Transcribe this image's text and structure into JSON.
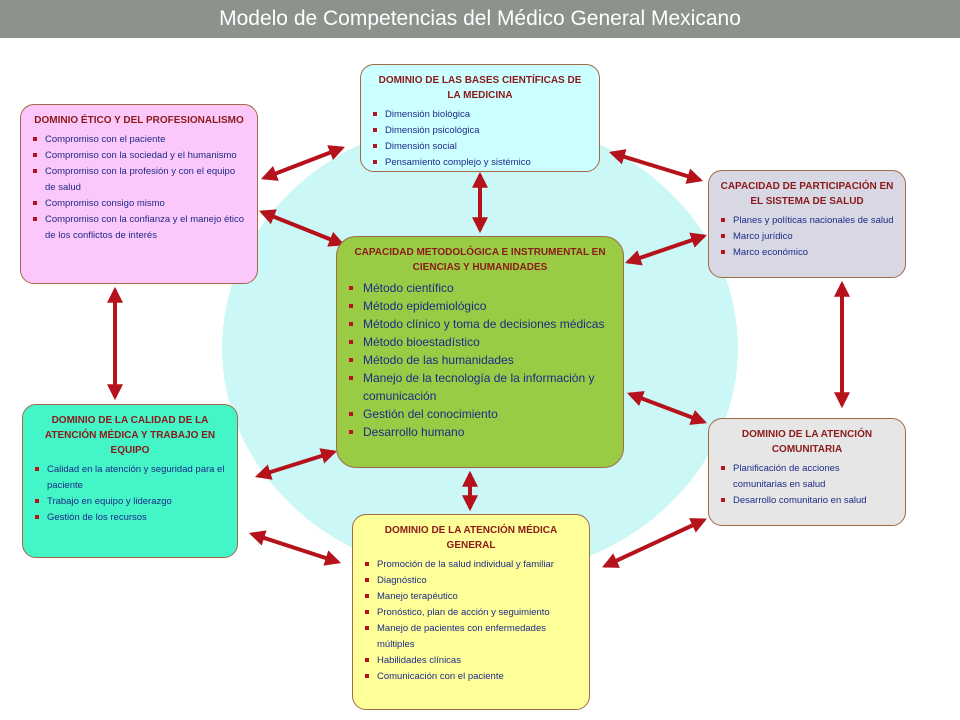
{
  "title": "Modelo de Competencias del Médico General Mexicano",
  "colors": {
    "title_bg": "#8c938d",
    "arrow": "#b5121b",
    "heading_text": "#8b1a1a",
    "item_text": "#1e2a86",
    "background_circle": "#cbf7f7"
  },
  "boxes": {
    "etico": {
      "title": "DOMINIO ÉTICO Y DEL PROFESIONALISMO",
      "color": "#fcc8fc",
      "items": [
        "Compromiso con el paciente",
        "Compromiso con la sociedad y el humanismo",
        "Compromiso con la profesión y con el equipo de salud",
        "Compromiso consigo mismo",
        "Compromiso con la confianza y el manejo ético de los conflictos de interés"
      ]
    },
    "bases": {
      "title": "DOMINIO DE LAS BASES CIENTÍFICAS DE LA MEDICINA",
      "color": "#ccffff",
      "items": [
        "Dimensión biológica",
        "Dimensión psicológica",
        "Dimensión social",
        "Pensamiento complejo y sistémico"
      ]
    },
    "participacion": {
      "title": "CAPACIDAD DE PARTICIPACIÓN EN EL SISTEMA DE SALUD",
      "color": "#d8d8e4",
      "items": [
        "Planes y políticas nacionales de salud",
        "Marco jurídico",
        "Marco económico"
      ]
    },
    "metodologica": {
      "title": "CAPACIDAD METODOLÓGICA E INSTRUMENTAL EN CIENCIAS Y HUMANIDADES",
      "color": "#99cc44",
      "items": [
        "Método científico",
        "Método epidemiológico",
        "Método clínico y toma de decisiones médicas",
        "Método bioestadístico",
        "Método de las humanidades",
        "Manejo de la tecnología de la información y comunicación",
        "Gestión del conocimiento",
        "Desarrollo humano"
      ]
    },
    "calidad": {
      "title": "DOMINIO DE LA CALIDAD DE LA ATENCIÓN MÉDICA Y TRABAJO EN EQUIPO",
      "color": "#44f5c8",
      "items": [
        "Calidad en la atención y seguridad para el paciente",
        "Trabajo en equipo y liderazgo",
        "Gestión de los recursos"
      ]
    },
    "comunitaria": {
      "title": "DOMINIO DE LA ATENCIÓN COMUNITARIA",
      "color": "#e6e6e6",
      "items": [
        "Planificación de acciones comunitarias en salud",
        "Desarrollo comunitario en salud"
      ]
    },
    "general": {
      "title": "DOMINIO DE LA ATENCIÓN MÉDICA GENERAL",
      "color": "#ffff99",
      "items": [
        "Promoción de la salud individual y familiar",
        "Diagnóstico",
        "Manejo terapéutico",
        "Pronóstico, plan de acción y seguimiento",
        "Manejo de pacientes con enfermedades múltiples",
        "Habilidades clínicas",
        "Comunicación con el paciente"
      ]
    }
  }
}
